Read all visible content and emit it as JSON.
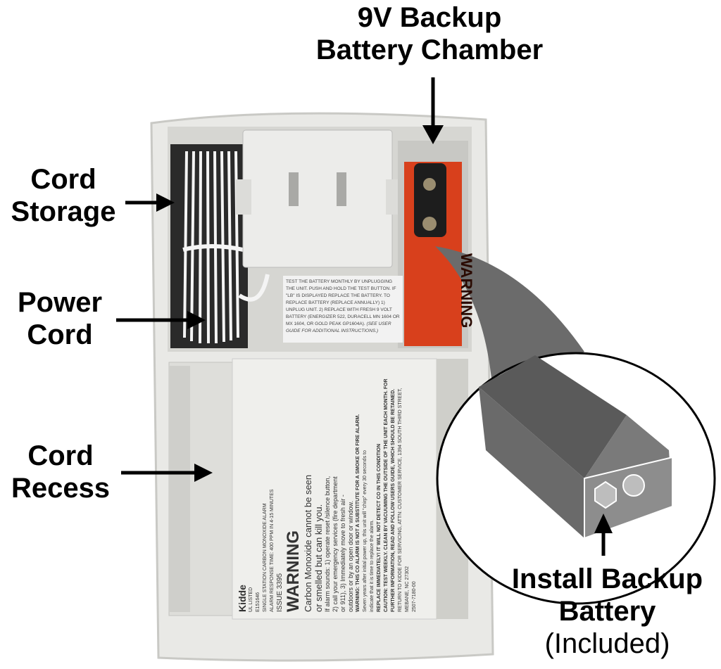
{
  "callouts": {
    "battery_chamber": {
      "line1": "9V Backup",
      "line2": "Battery Chamber"
    },
    "cord_storage": {
      "line1": "Cord",
      "line2": "Storage"
    },
    "power_cord": {
      "line1": "Power",
      "line2": "Cord"
    },
    "cord_recess": {
      "line1": "Cord",
      "line2": "Recess"
    },
    "install_battery": {
      "line1": "Install Backup",
      "line2": "Battery",
      "line3": "(Included)"
    }
  },
  "battery_label": {
    "text": "TEST THE BATTERY MONTHLY BY UNPLUGGING THE UNIT. PUSH AND HOLD THE TEST BUTTON. IF \"LB\" IS DISPLAYED REPLACE THE BATTERY. TO REPLACE BATTERY (REPLACE ANNUALLY) 1) UNPLUG UNIT. 2) REPLACE WITH FRESH 9 VOLT BATTERY (ENERGIZER 522, DURACELL MN 1604 OR MX 1604, OR GOLD PEAK GP1604A).",
    "note": "(SEE USER GUIDE FOR ADDITIONAL INSTRUCTIONS.)"
  },
  "warning_tag": "WARNING",
  "product_label": {
    "brand": "Kidde",
    "ul": "UL LISTED",
    "file_no": "E151646",
    "type": "SINGLE STATION CARBON MONOXIDE ALARM",
    "response": "ALARM RESPONSE TIME: 400 PPM IN 4-15 MINUTES",
    "issue": "ISSUE 3395",
    "heading": "WARNING",
    "line1": "Carbon Monoxide cannot be seen",
    "line2": "or smelled but can kill you.",
    "line3": "If alarm sounds: 1) operate reset /silence button,",
    "line4": "2) call your emergency services (fire department",
    "line5": "or 911), 3) Immediately move to fresh air -",
    "line6": "outdoors or by an open door or window.",
    "warning2": "WARNING: THIS CO ALARM IS NOT A SUBSTITUTE FOR A SMOKE OR FIRE ALARM.",
    "line7": "Seven years after initial power up, this unit will \"chirp\" every 30 seconds to",
    "line8": "indicate that it is time to replace the alarm.",
    "line9": "REPLACE IMMEDIATELY! IT WILL NOT DETECT CO IN THIS CONDITION",
    "caution": "CAUTION: TEST WEEKLY. CLEAN BY VACUUMING THE OUTSIDE OF THE UNIT EACH MONTH. FOR FURTHER INFORMATION, READ AND FOLLOW USERS GUIDE, WHICH SHOULD BE RETAINED.",
    "service": "RETURN TO KIDDE FOR SERVICING, ATTN: CUSTOMER SERVICE, 1394 SOUTH THIRD STREET, MEBANE, NC 27302",
    "part_no": "2507-7180-00"
  },
  "colors": {
    "battery_tag": "#d8401c",
    "body": "#e9e9e6",
    "callout_gray": "#6b6b6b"
  }
}
